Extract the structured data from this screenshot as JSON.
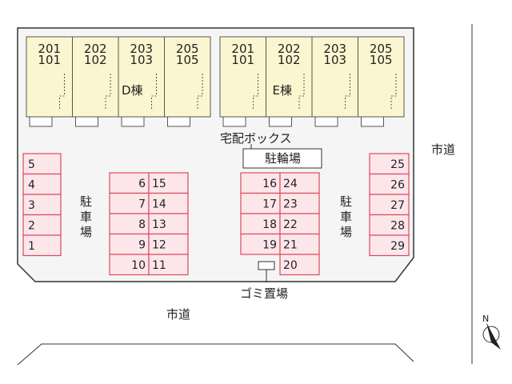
{
  "colors": {
    "lot_fill": "#f5f5f5",
    "lot_stroke": "#333333",
    "building_fill": "#fbf6cf",
    "building_stroke": "#555555",
    "parking_fill": "#fde6ea",
    "parking_stroke": "#d94a5c",
    "line": "#333333"
  },
  "buildings": [
    {
      "label": "D棟",
      "units": [
        {
          "upper": "201",
          "lower": "101"
        },
        {
          "upper": "202",
          "lower": "102"
        },
        {
          "upper": "203",
          "lower": "103"
        },
        {
          "upper": "205",
          "lower": "105"
        }
      ]
    },
    {
      "label": "E棟",
      "units": [
        {
          "upper": "201",
          "lower": "101"
        },
        {
          "upper": "202",
          "lower": "102"
        },
        {
          "upper": "203",
          "lower": "103"
        },
        {
          "upper": "205",
          "lower": "105"
        }
      ]
    }
  ],
  "parking": {
    "left_column": [
      "5",
      "4",
      "3",
      "2",
      "1"
    ],
    "center_left": [
      [
        "6",
        "15"
      ],
      [
        "7",
        "14"
      ],
      [
        "8",
        "13"
      ],
      [
        "9",
        "12"
      ],
      [
        "10",
        "11"
      ]
    ],
    "center_right": [
      [
        "16",
        "24"
      ],
      [
        "17",
        "23"
      ],
      [
        "18",
        "22"
      ],
      [
        "19",
        "21"
      ],
      [
        "",
        "20"
      ]
    ],
    "right_column": [
      "25",
      "26",
      "27",
      "28",
      "29"
    ]
  },
  "labels": {
    "parking_left": [
      "駐",
      "車",
      "場"
    ],
    "parking_right": [
      "駐",
      "車",
      "場"
    ],
    "delivery_box": "宅配ボックス",
    "bicycle_parking": "駐輪場",
    "garbage": "ゴミ置場",
    "road_bottom": "市道",
    "road_right": "市道",
    "compass_letter": "N"
  }
}
